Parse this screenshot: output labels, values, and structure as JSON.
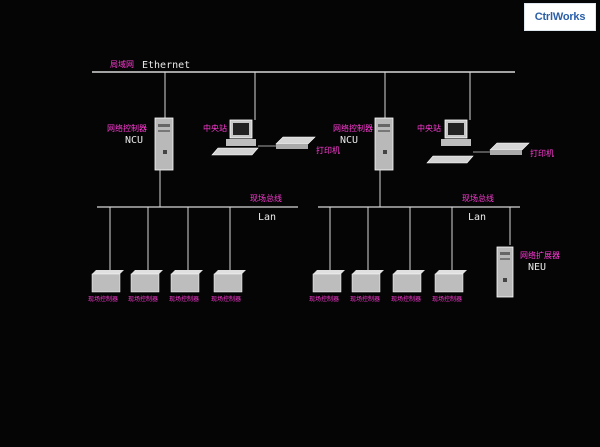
{
  "brand": {
    "logo_text": "CtrlWorks"
  },
  "network": {
    "ethernet_cn": "局域网",
    "ethernet_en": "Ethernet"
  },
  "left": {
    "ncu_cn": "网络控制器",
    "ncu_en": "NCU",
    "station": "中央站",
    "printer": "打印机",
    "fieldbus_cn": "现场总线",
    "lan": "Lan",
    "controllers": [
      "现场控制器",
      "现场控制器",
      "现场控制器",
      "现场控制器"
    ]
  },
  "right": {
    "ncu_cn": "网络控制器",
    "ncu_en": "NCU",
    "station": "中央站",
    "printer": "打印机",
    "fieldbus_cn": "现场总线",
    "lan": "Lan",
    "neu_cn": "网络扩展器",
    "neu_en": "NEU",
    "controllers": [
      "现场控制器",
      "现场控制器",
      "现场控制器",
      "现场控制器"
    ]
  },
  "colors": {
    "line": "#d8d8d8",
    "label": "#ff3ad6",
    "device": "#cfcfcf"
  }
}
